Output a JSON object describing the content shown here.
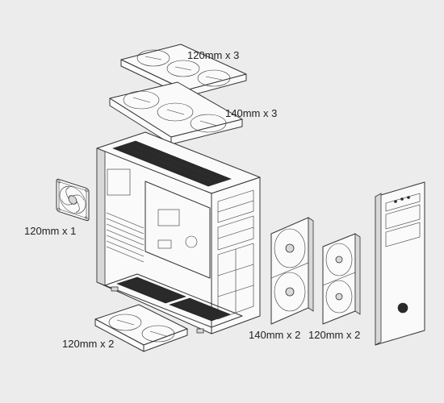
{
  "labels": {
    "top_120": "120mm x 3",
    "top_140": "140mm x 3",
    "rear_120": "120mm x 1",
    "bottom_120": "120mm x 2",
    "front_140": "140mm x 2",
    "front_120": "120mm x 2"
  },
  "colors": {
    "background": "#ececec",
    "line": "#333333",
    "panel": "#fafafa"
  }
}
